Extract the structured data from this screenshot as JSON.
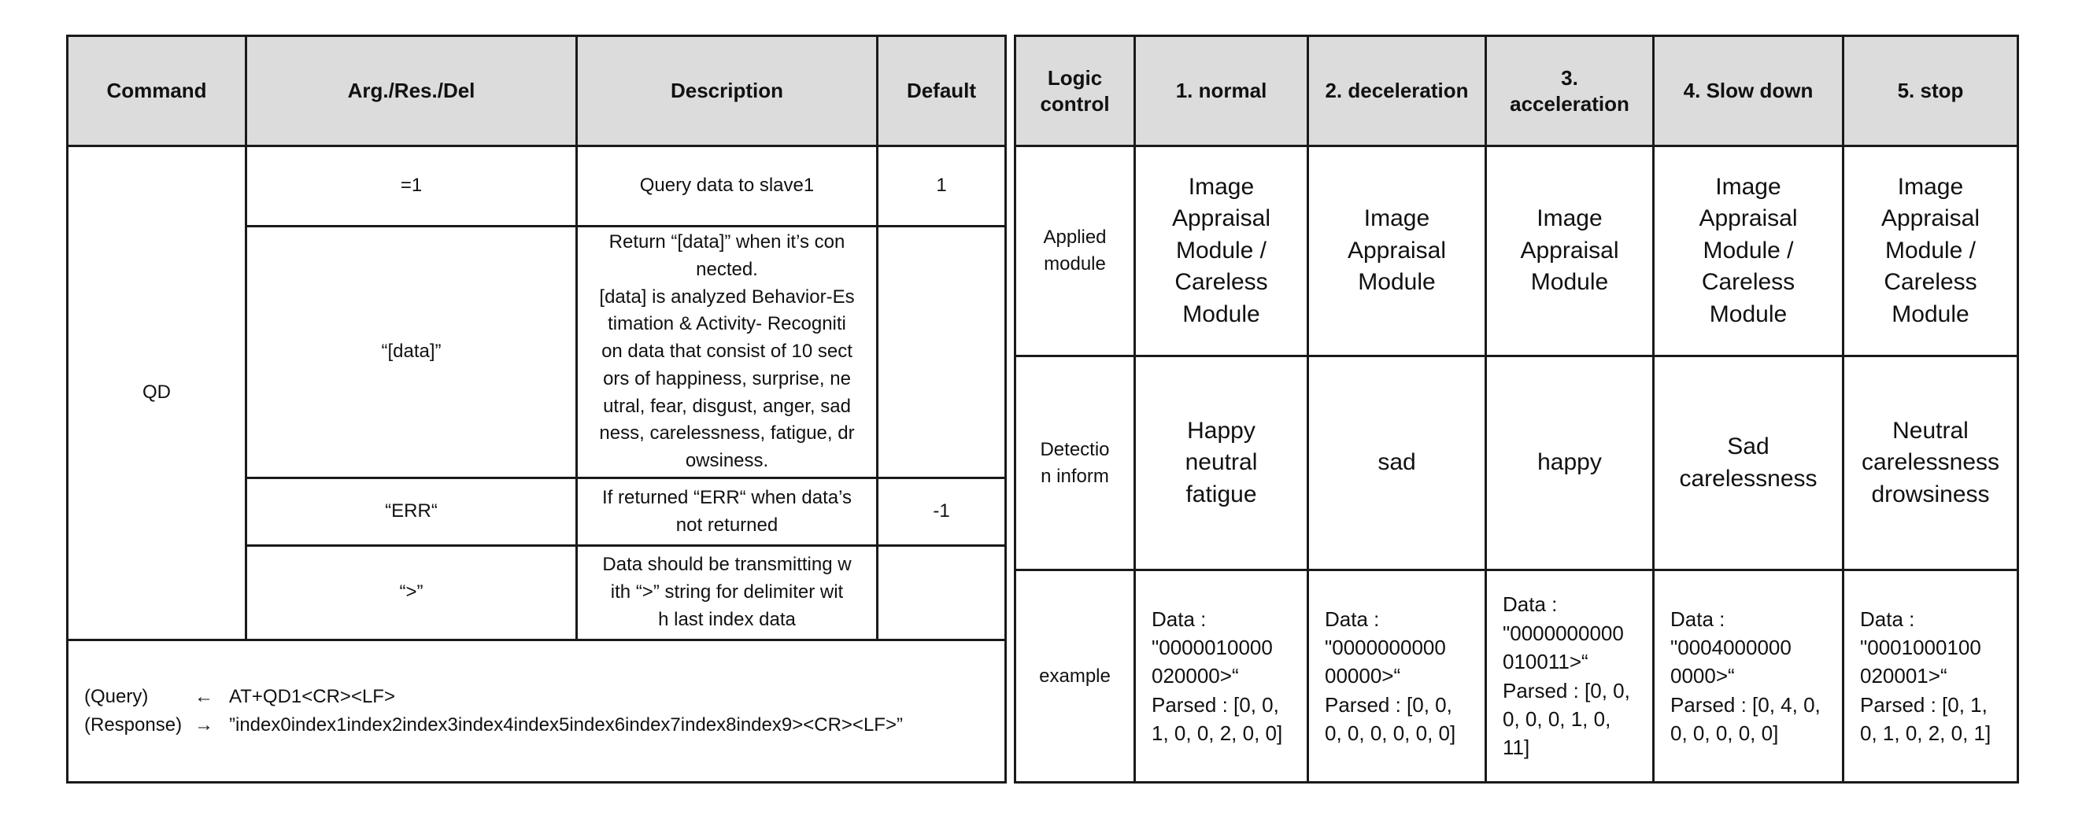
{
  "command_table": {
    "headers": [
      "Command",
      "Arg./Res./Del",
      "Description",
      "Default"
    ],
    "command": "QD",
    "rows": [
      {
        "arg": "=1",
        "description": "Query data to slave1",
        "default": "1"
      },
      {
        "arg": "“[data]”",
        "description": "Return “[data]” when it’s con\nnected.\n[data] is analyzed Behavior-Es\ntimation & Activity- Recogniti\non data that consist of 10 sect\nors of happiness, surprise, ne\nutral, fear, disgust, anger, sad\nness, carelessness, fatigue, dr\nowsiness.",
        "default": ""
      },
      {
        "arg": "“ERR“",
        "description": "If returned “ERR“ when data’s\nnot returned",
        "default": "-1"
      },
      {
        "arg": "“>”",
        "description": "Data should be transmitting w\nith “>” string for delimiter wit\nh last index data",
        "default": ""
      }
    ],
    "footer": {
      "query_label": "(Query)",
      "query_arrow": "←",
      "query_text": "AT+QD1<CR><LF>",
      "response_label": "(Response)",
      "response_arrow": "→",
      "response_text": "”index0index1index2index3index4index5index6index7index8index9><CR><LF>”"
    }
  },
  "logic_table": {
    "headers": [
      "Logic\ncontrol",
      "1. normal",
      "2. deceleration",
      "3.\nacceleration",
      "4. Slow down",
      "5. stop"
    ],
    "rows": [
      {
        "label": "Applied\nmodule",
        "cells": [
          "Image\nAppraisal\nModule /\nCareless\nModule",
          "Image\nAppraisal\nModule",
          "Image\nAppraisal\nModule",
          "Image\nAppraisal\nModule /\nCareless\nModule",
          "Image\nAppraisal\nModule /\nCareless\nModule"
        ]
      },
      {
        "label": "Detectio\nn inform",
        "cells": [
          "Happy\nneutral\nfatigue",
          "sad",
          "happy",
          "Sad\ncarelessness",
          "Neutral\ncarelessness\ndrowsiness"
        ]
      },
      {
        "label": "example",
        "cells": [
          "Data :\n\"0000010000\n020000>“\nParsed : [0, 0,\n1, 0, 0, 2, 0, 0]",
          "Data :\n\"0000000000\n00000>“\nParsed : [0, 0,\n0, 0, 0, 0, 0, 0]",
          "Data :\n\"0000000000\n010011>“\nParsed : [0, 0,\n0, 0, 0, 1, 0,\n11]",
          "Data :\n\"0004000000\n0000>“\nParsed : [0, 4, 0,\n0, 0, 0, 0, 0]",
          "Data :\n\"0001000100\n020001>“\nParsed : [0, 1,\n0, 1, 0, 2, 0, 1]"
        ]
      }
    ]
  }
}
